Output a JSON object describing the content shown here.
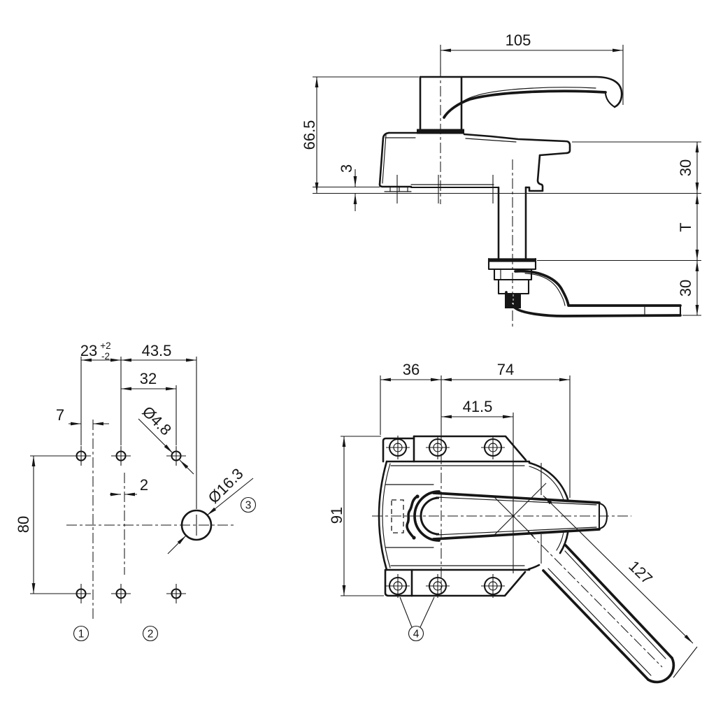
{
  "drawing": {
    "side_view": {
      "dims": {
        "width_105": "105",
        "height_66_5": "66.5",
        "gap_3": "3",
        "above_30": "30",
        "panel_T": "T",
        "below_30": "30"
      }
    },
    "hole_pattern_view": {
      "dims": {
        "pitch_23": "23",
        "tol_plus": "+2",
        "tol_minus": "-2",
        "pitch_43_5": "43.5",
        "pitch_32": "32",
        "offset_7": "7",
        "offset_2": "2",
        "height_80": "80",
        "dia_small": "Ø4.8",
        "dia_big": "Ø16.3"
      },
      "callouts": {
        "c1": "1",
        "c2": "2",
        "c3": "3"
      }
    },
    "plan_view": {
      "dims": {
        "left_36": "36",
        "right_74": "74",
        "pivot_41_5": "41.5",
        "height_91": "91",
        "handle_127": "127"
      },
      "callouts": {
        "c4": "4"
      }
    },
    "colors": {
      "ink": "#161616",
      "background": "#ffffff"
    }
  }
}
